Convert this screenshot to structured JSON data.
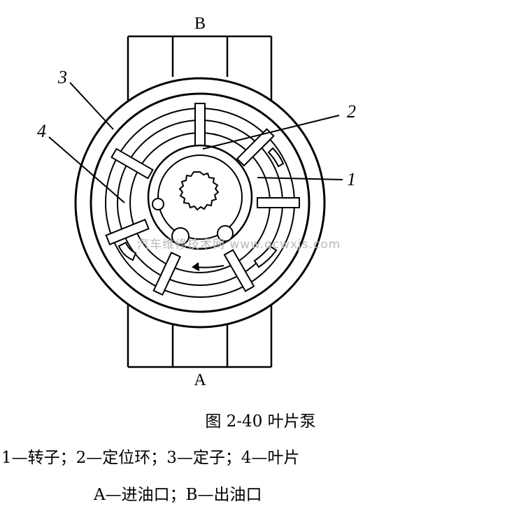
{
  "ports": {
    "outlet_label": "B",
    "inlet_label": "A"
  },
  "parts": {
    "p1": "1",
    "p2": "2",
    "p3": "3",
    "p4": "4"
  },
  "watermark": "汽车维修技术网 www.qcwxjs.com",
  "caption": {
    "title": "图 2-40 叶片泵",
    "legend": "1—转子；2—定位环；3—定子；4—叶片",
    "ports": "A—进油口；B—出油口"
  },
  "colors": {
    "line": "#000000",
    "watermark": "#b9b9b9",
    "background": "#ffffff"
  }
}
